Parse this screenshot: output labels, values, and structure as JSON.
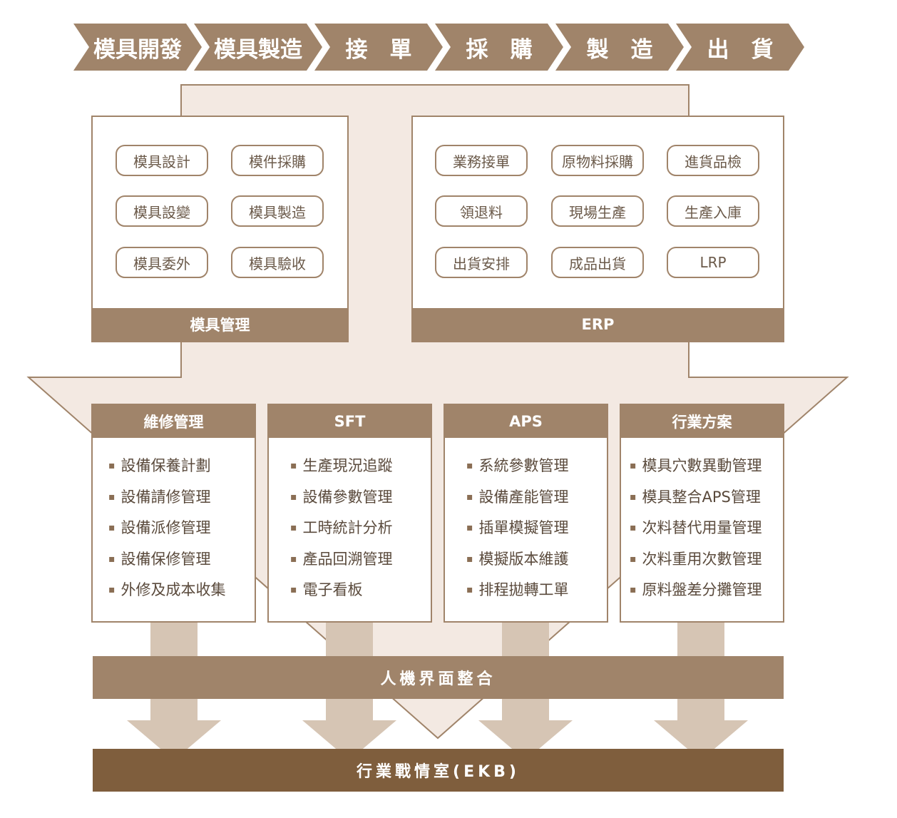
{
  "colors": {
    "accent": "#a0846a",
    "light_fill": "#f3e9e2",
    "arrow_fill": "#d6c5b4",
    "dark_band": "#7f5e3d",
    "text": "#5a4a3c",
    "white": "#ffffff"
  },
  "process_steps": [
    "模具開發",
    "模具製造",
    "接　單",
    "採　購",
    "製　造",
    "出　貨"
  ],
  "mold_panel": {
    "title": "模具管理",
    "items": [
      "模具設計",
      "模件採購",
      "模具設變",
      "模具製造",
      "模具委外",
      "模具驗收"
    ]
  },
  "erp_panel": {
    "title": "ERP",
    "items": [
      "業務接單",
      "原物料採購",
      "進貨品檢",
      "領退料",
      "現場生產",
      "生產入庫",
      "出貨安排",
      "成品出貨",
      "LRP"
    ]
  },
  "bullet_symbol": "▪",
  "modules": [
    {
      "title": "維修管理",
      "items": [
        "設備保養計劃",
        "設備請修管理",
        "設備派修管理",
        "設備保修管理",
        "外修及成本收集"
      ]
    },
    {
      "title": "SFT",
      "items": [
        "生產現況追蹤",
        "設備參數管理",
        "工時統計分析",
        "產品回溯管理",
        "電子看板"
      ]
    },
    {
      "title": "APS",
      "items": [
        "系統參數管理",
        "設備產能管理",
        "插單模擬管理",
        "模擬版本維護",
        "排程拋轉工單"
      ]
    },
    {
      "title": "行業方案",
      "items": [
        "模具穴數異動管理",
        "模具整合APS管理",
        "次料替代用量管理",
        "次料重用次數管理",
        "原料盤差分攤管理"
      ]
    }
  ],
  "integration_band": "人機界面整合",
  "ekb_band": "行業戰情室(EKB)"
}
